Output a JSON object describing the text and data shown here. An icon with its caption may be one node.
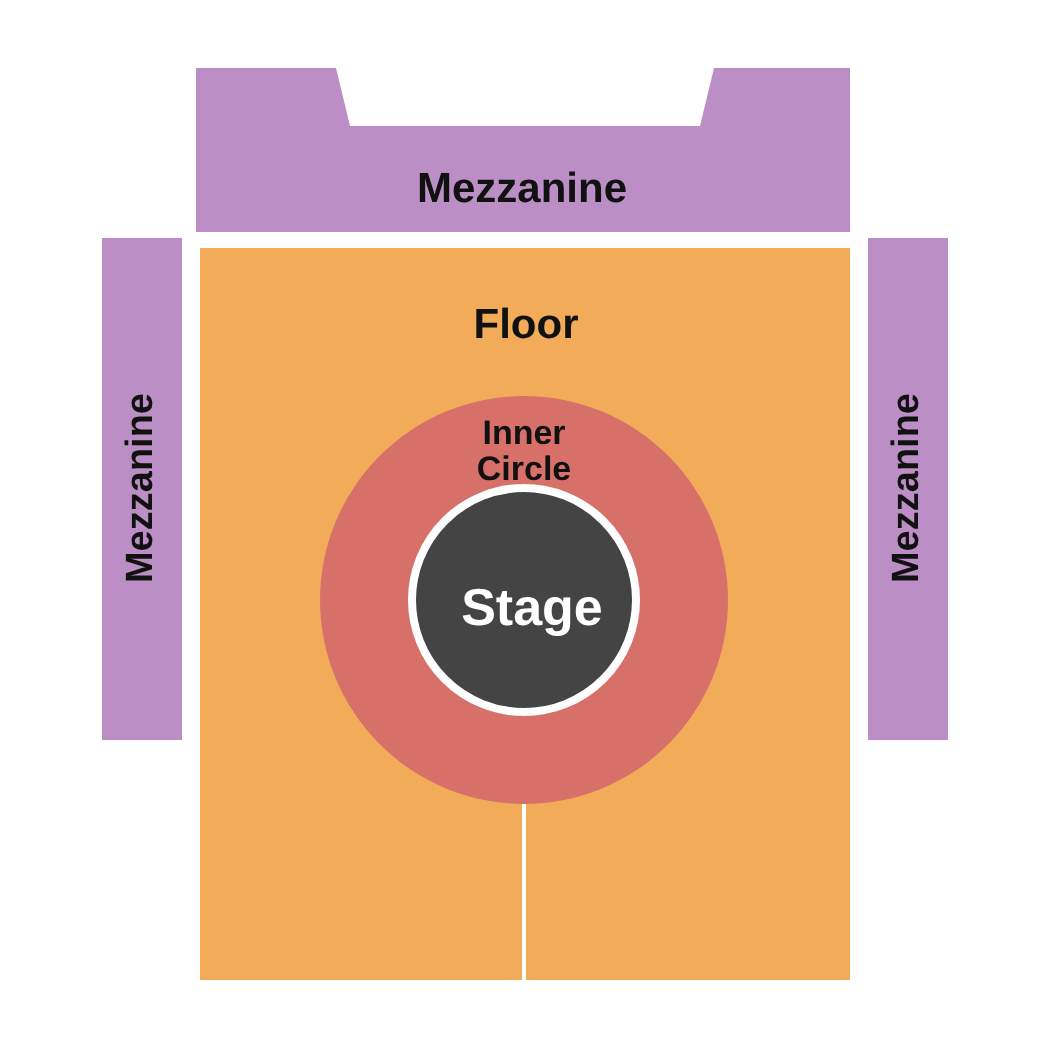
{
  "diagram": {
    "nodes": [
      {
        "text": [
          "Mezzanine"
        ]
      },
      {
        "text": [
          "Mezzanine"
        ]
      },
      {
        "text": [
          "Floor"
        ]
      },
      {
        "text": [
          "Inner Circle"
        ],
        "in": 2
      },
      {
        "text": [
          "Stage"
        ],
        "in": 3
      },
      {
        "text": [
          "Mezzanine"
        ]
      }
    ]
  }
}
